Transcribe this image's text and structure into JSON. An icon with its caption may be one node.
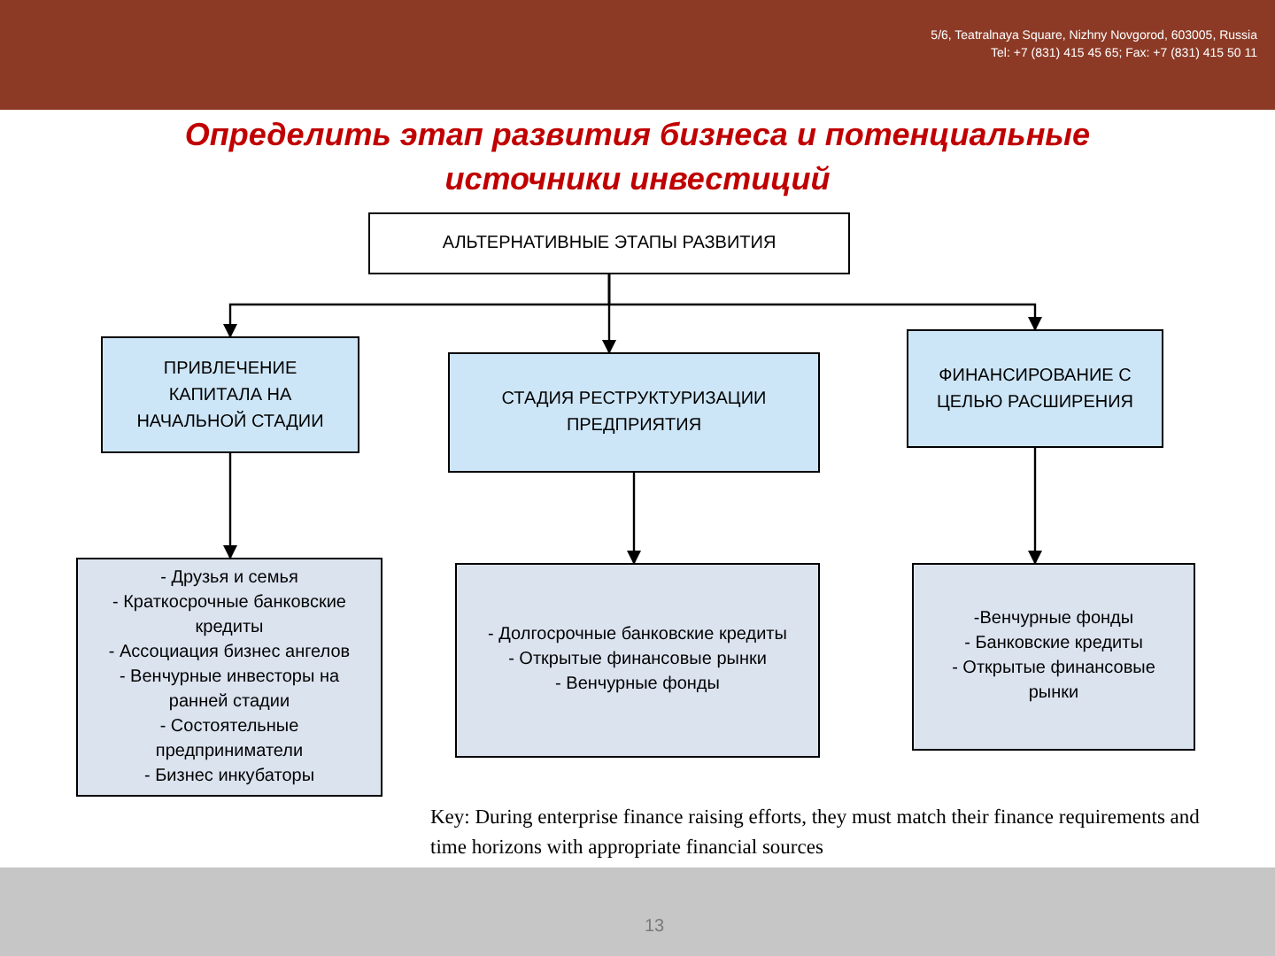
{
  "diagram": {
    "title": "Определить этап развития бизнеса и потенциальные источники инвестиций",
    "nodes": [
      {
        "text": [
          "АЛЬТЕРНАТИВНЫЕ ЭТАПЫ РАЗВИТИЯ"
        ]
      },
      {
        "text": [
          "ПРИВЛЕЧЕНИЕ КАПИТАЛА НА НАЧАЛЬНОЙ СТАДИИ"
        ]
      },
      {
        "text": [
          "СТАДИЯ РЕСТРУКТУРИЗАЦИИ ПРЕДПРИЯТИЯ"
        ]
      },
      {
        "text": [
          "ФИНАНСИРОВАНИЕ С ЦЕЛЬЮ РАСШИРЕНИЯ"
        ]
      },
      {
        "text": [
          "- Друзья и семья",
          "- Краткосрочные банковские кредиты",
          "- Ассоциация бизнес ангелов",
          "- Венчурные инвесторы на ранней стадии",
          "- Состоятельные предприниматели",
          "- Бизнес инкубаторы"
        ]
      },
      {
        "text": [
          "- Долгосрочные банковские кредиты",
          "- Открытые финансовые рынки",
          "- Венчурные фонды"
        ]
      },
      {
        "text": [
          "-Венчурные фонды",
          "- Банковские кредиты",
          "- Открытые финансовые рынки"
        ]
      }
    ],
    "edges": [
      {
        "from": 0,
        "to": 1,
        "arrow": "to"
      },
      {
        "from": 0,
        "to": 2,
        "arrow": "to"
      },
      {
        "from": 0,
        "to": 3,
        "arrow": "to"
      },
      {
        "from": 1,
        "to": 4,
        "arrow": "to"
      },
      {
        "from": 2,
        "to": 5,
        "arrow": "to"
      },
      {
        "from": 3,
        "to": 6,
        "arrow": "to"
      }
    ],
    "labels": [
      "5/6, Teatralnaya Square, Nizhny Novgorod, 603005, Russia",
      "Tel: +7 (831) 415 45 65; Fax: +7 (831) 415 50 11",
      "Key: During enterprise finance raising efforts, they must match their finance requirements and time horizons with appropriate financial sources",
      "13"
    ]
  }
}
